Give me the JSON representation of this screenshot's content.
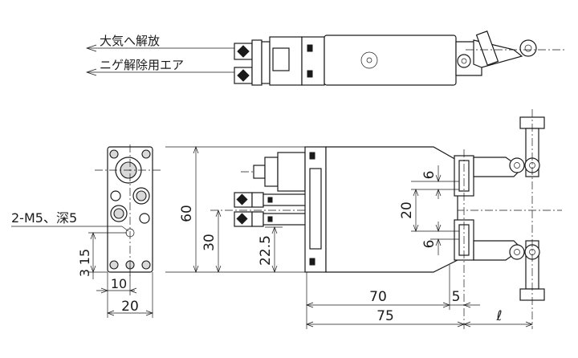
{
  "labels": {
    "air_release": "大気へ解放",
    "air_release_prefix": "大気へ解放",
    "release_air": "ニゲ解除用エア",
    "tap_note": "2-M5、深5"
  },
  "dimensions": {
    "d60": "60",
    "d30": "30",
    "d22_5": "22.5",
    "d20_v": "20",
    "d6_top": "6",
    "d6_bottom": "6",
    "d15": "15",
    "d3": "3",
    "d10": "10",
    "d20_h": "20",
    "d70": "70",
    "d5": "5",
    "d75": "75",
    "dl": "ℓ"
  }
}
